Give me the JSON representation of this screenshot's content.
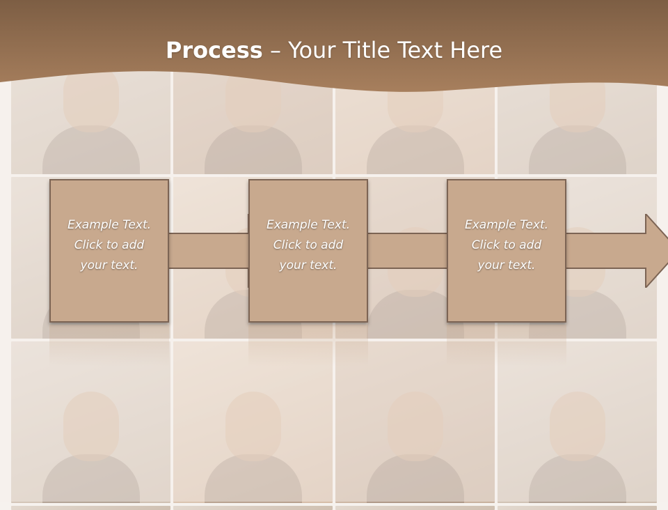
{
  "title": {
    "bold": "Process",
    "rest": " – Your Title Text Here"
  },
  "steps": [
    {
      "text": "Example Text.\nClick  to add\nyour text."
    },
    {
      "text": "Example Text.\nClick  to add\nyour text."
    },
    {
      "text": "Example Text.\nClick  to add\nyour text."
    }
  ],
  "colors": {
    "title_band": "#8a6a4e",
    "step_fill": "#c8a98e",
    "step_border": "#7c6454"
  }
}
